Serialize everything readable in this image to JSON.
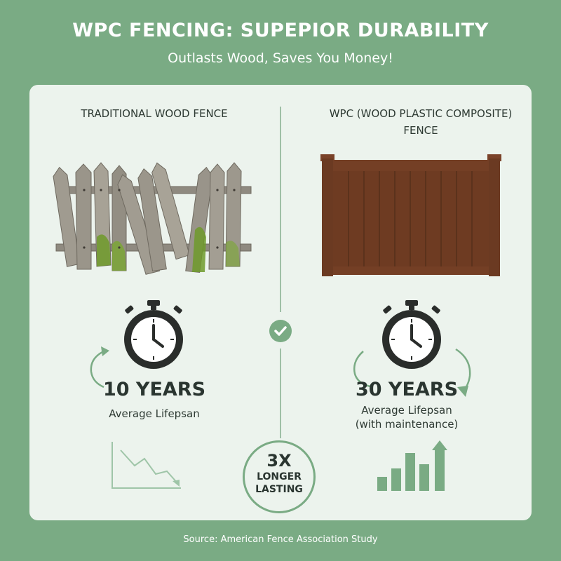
{
  "header": {
    "title": "WPC FENCING: SUPEPIOR DURABILITY",
    "subtitle": "Outlasts Wood, Saves You Money!"
  },
  "left": {
    "heading": "TRADITIONAL WOOD FENCE",
    "years": "10 YEARS",
    "lifespan_label": "Average Lifepsan",
    "fence_icon": "broken-wood-fence-illustration",
    "timer_icon": "stopwatch-icon",
    "trend_icon": "declining-line-chart-icon"
  },
  "right": {
    "heading_line1": "WPC (WOOD PLASTIC COMPOSITE)",
    "heading_line2": "FENCE",
    "years": "30 YEARS",
    "lifespan_label": "Average Lifepsan",
    "lifespan_note": "(with maintenance)",
    "fence_icon": "wpc-fence-panel-illustration",
    "timer_icon": "stopwatch-icon",
    "trend_icon": "rising-bar-chart-icon"
  },
  "center": {
    "check_icon": "check-circle-icon",
    "multiplier": "3X",
    "multiplier_line1": "LONGER",
    "multiplier_line2": "LASTING"
  },
  "footer": {
    "source": "Source: American Fence Association Study"
  },
  "colors": {
    "background": "#7aab84",
    "panel": "#ecf3ed",
    "accent": "#7aab84",
    "wpc_brown": "#6b3a22",
    "weathered_wood": "#9a958a",
    "moss": "#6e9a2a",
    "text_dark": "#2a3530"
  }
}
